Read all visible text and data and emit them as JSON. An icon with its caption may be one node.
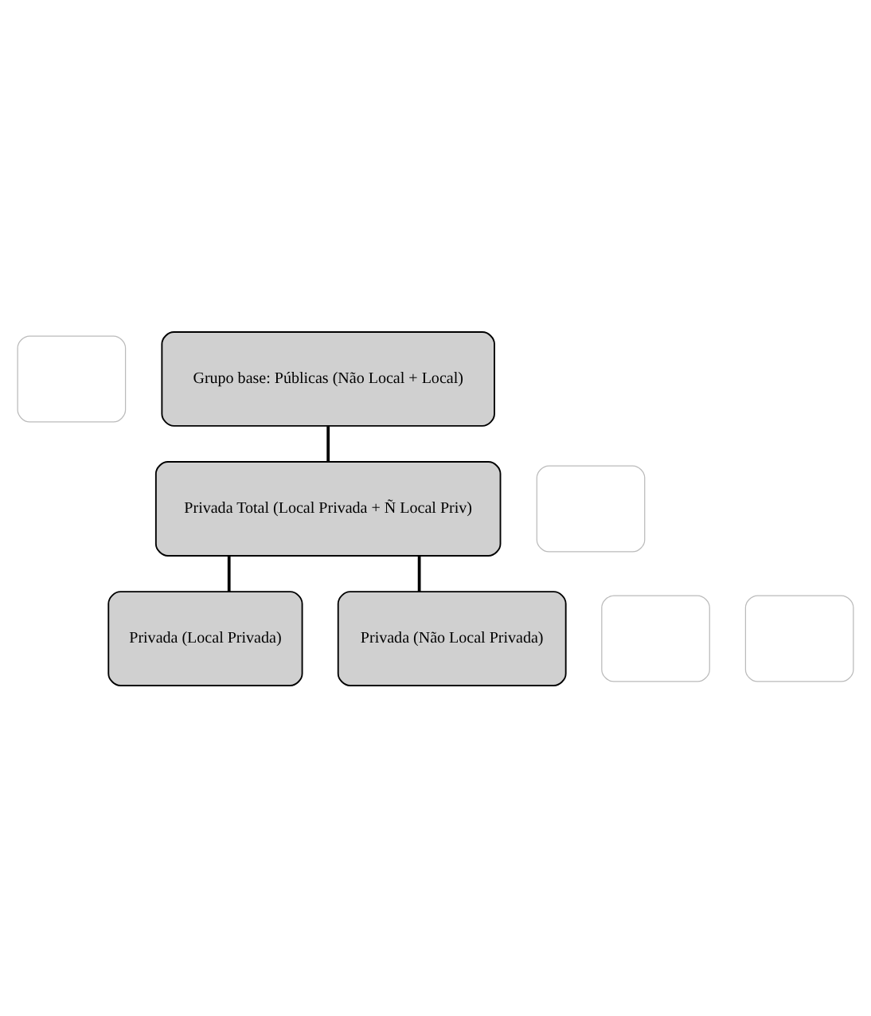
{
  "diagram": {
    "nodes": [
      {
        "text": [],
        "shape": "box"
      },
      {
        "text": [
          "Grupo base: Públicas (Não Local + Local)"
        ]
      },
      {
        "text": [],
        "shape": "box"
      },
      {
        "text": [
          "Privada Total (Local Privada + Ñ Local Priv)"
        ]
      },
      {
        "text": [],
        "shape": "box"
      },
      {
        "text": [
          "Privada (Local Privada)"
        ]
      },
      {
        "text": [],
        "shape": "box"
      },
      {
        "text": [
          "Privada (Não Local Privada)"
        ]
      }
    ],
    "edges": [
      {
        "from": 1,
        "to": 3,
        "arrow": "none"
      },
      {
        "from": 3,
        "to": 5,
        "arrow": "none"
      },
      {
        "from": 3,
        "to": 7,
        "arrow": "none"
      }
    ]
  }
}
